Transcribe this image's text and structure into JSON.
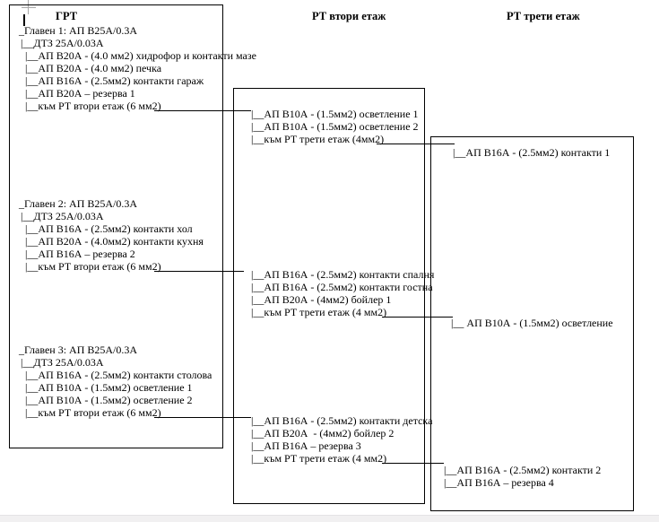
{
  "headers": {
    "grt": "ГРТ",
    "floor2": "РТ втори етаж",
    "floor3": "РТ трети етаж"
  },
  "grt": {
    "groups": [
      {
        "lines": [
          "_Главен 1: АП В25А/0.3А",
          "|__ДТЗ 25А/0.03А",
          "|__АП В20А - (4.0 мм2) хидрофор и контакти мазе",
          "|__АП В20А - (4.0 мм2) печка",
          "|__АП В16А - (2.5мм2) контакти гараж",
          "|__АП В20А – резерва 1",
          "|__към РТ втори етаж (6 мм2)"
        ]
      },
      {
        "lines": [
          "_Главен 2: АП В25А/0.3А",
          "|__ДТЗ 25А/0.03А",
          "|__АП В16А - (2.5мм2) контакти хол",
          "|__АП В20А - (4.0мм2) контакти кухня",
          "|__АП В16А – резерва 2",
          "|__към РТ втори етаж (6 мм2)"
        ]
      },
      {
        "lines": [
          "_Главен 3: АП В25А/0.3А",
          "|__ДТЗ 25А/0.03А",
          "|__АП В16А - (2.5мм2) контакти столова",
          "|__АП В10А - (1.5мм2) осветление 1",
          "|__АП В10А - (1.5мм2) осветление 2",
          "|__към РТ втори етаж (6 мм2)"
        ]
      }
    ]
  },
  "floor2": {
    "groups": [
      {
        "lines": [
          "|__АП В10А - (1.5мм2) осветление 1",
          "|__АП В10А - (1.5мм2) осветление 2",
          "|__към РТ трети етаж (4мм2)"
        ]
      },
      {
        "lines": [
          "|__АП В16А - (2.5мм2) контакти спалня",
          "|__АП В16А - (2.5мм2) контакти гостна",
          "|__АП В20А - (4мм2) бойлер 1",
          "|__към РТ трети етаж (4 мм2)"
        ]
      },
      {
        "lines": [
          "|__АП В16А - (2.5мм2) контакти детска",
          "|__АП В20А  - (4мм2) бойлер 2",
          "|__АП В16А – резерва 3",
          "|__към РТ трети етаж (4 мм2)"
        ]
      }
    ]
  },
  "floor3": {
    "lines": [
      "|__АП В16А - (2.5мм2) контакти 1",
      "|__ АП В10А - (1.5мм2) осветление",
      "|__АП В16А - (2.5мм2) контакти 2",
      "|__АП В16А – резерва 4"
    ]
  }
}
